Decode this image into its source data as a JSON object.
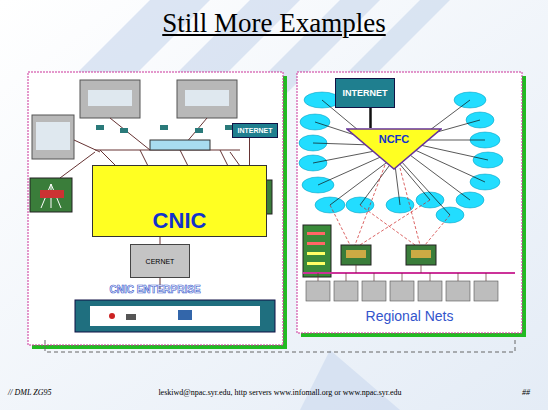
{
  "diagram": {
    "title": "Still More Examples",
    "nodes": [
      {
        "text": [
          "CNIC"
        ]
      },
      {
        "text": [
          "INTERNET"
        ]
      },
      {
        "text": [
          "CERNET"
        ]
      },
      {
        "text": [
          "INTERNET"
        ]
      },
      {
        "text": [
          "NCFC"
        ]
      }
    ],
    "edges": [
      {
        "from": 0,
        "to": 1,
        "arrow": "none"
      },
      {
        "from": 3,
        "to": 4,
        "arrow": "none"
      }
    ],
    "labels": [
      "CNIC ENTERPRISE",
      "Regional Nets",
      "// DML ZG95",
      "leskiwd@npac.syr.edu, http servers www.infomall.org or www.npac.syr.edu",
      "##"
    ]
  }
}
